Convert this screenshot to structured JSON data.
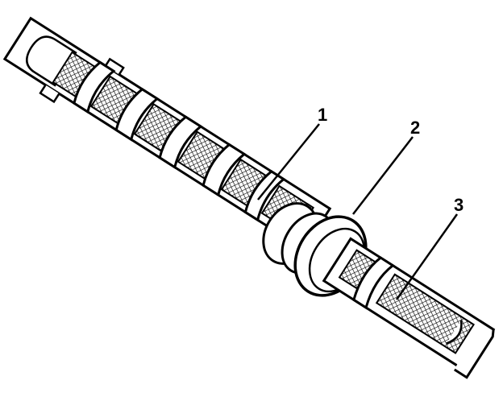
{
  "diagram": {
    "callouts": [
      {
        "label": "1"
      },
      {
        "label": "2"
      },
      {
        "label": "3"
      }
    ]
  }
}
